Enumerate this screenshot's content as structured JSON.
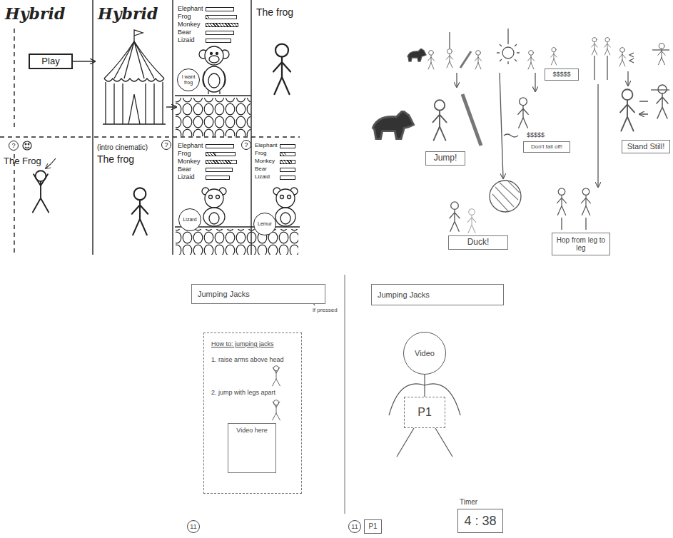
{
  "diagram": {
    "nodes": [
      {
        "text": [
          "Hybrid"
        ]
      },
      {
        "text": [
          "Play"
        ],
        "in": 0
      },
      {
        "text": [
          "Hybrid"
        ]
      },
      {
        "text": [
          "Elephant",
          "Frog",
          "Monkey",
          "Bear",
          "Lizaid"
        ]
      },
      {
        "text": [
          "I want frog"
        ],
        "in": 3
      },
      {
        "text": [
          "The frog"
        ]
      },
      {
        "text": [
          "The Frog"
        ]
      },
      {
        "text": [
          "(intro cinematic)",
          "The frog"
        ]
      },
      {
        "text": [
          "Elephant",
          "Frog",
          "Monkey",
          "Bear",
          "Lizaid"
        ]
      },
      {
        "text": [
          "Lizard"
        ],
        "in": 8
      },
      {
        "text": [
          "Elephant",
          "Frog",
          "Monkey",
          "Bear",
          "Lizaid"
        ]
      },
      {
        "text": [
          "Lemur"
        ],
        "in": 10
      },
      {
        "text": [
          "$$$$$"
        ]
      },
      {
        "text": [
          "Jump!"
        ]
      },
      {
        "text": [
          "Don't fall off!"
        ]
      },
      {
        "text": [
          "Stand Still!"
        ]
      },
      {
        "text": [
          "Duck!"
        ]
      },
      {
        "text": [
          "Hop from leg to leg"
        ]
      },
      {
        "text": [
          "Jumping Jacks"
        ]
      },
      {
        "text": [
          "How to: jumping jacks",
          "1. raise arms above head",
          "2. jump with legs apart"
        ]
      },
      {
        "text": [
          "Video here"
        ],
        "in": 19
      },
      {
        "text": [
          "Jumping Jacks"
        ]
      },
      {
        "text": [
          "Video"
        ]
      },
      {
        "text": [
          "P1"
        ]
      },
      {
        "text": [
          "Timer",
          "4 : 38"
        ]
      },
      {
        "text": [
          "P1"
        ]
      }
    ],
    "edges": [
      {
        "from": 1,
        "to": 2,
        "arrow": "to"
      },
      {
        "from": 2,
        "to": 3,
        "arrow": "to"
      }
    ],
    "labels": [
      "?",
      "?",
      "?",
      "$$$$$",
      "if pressed",
      "11",
      "11"
    ]
  }
}
